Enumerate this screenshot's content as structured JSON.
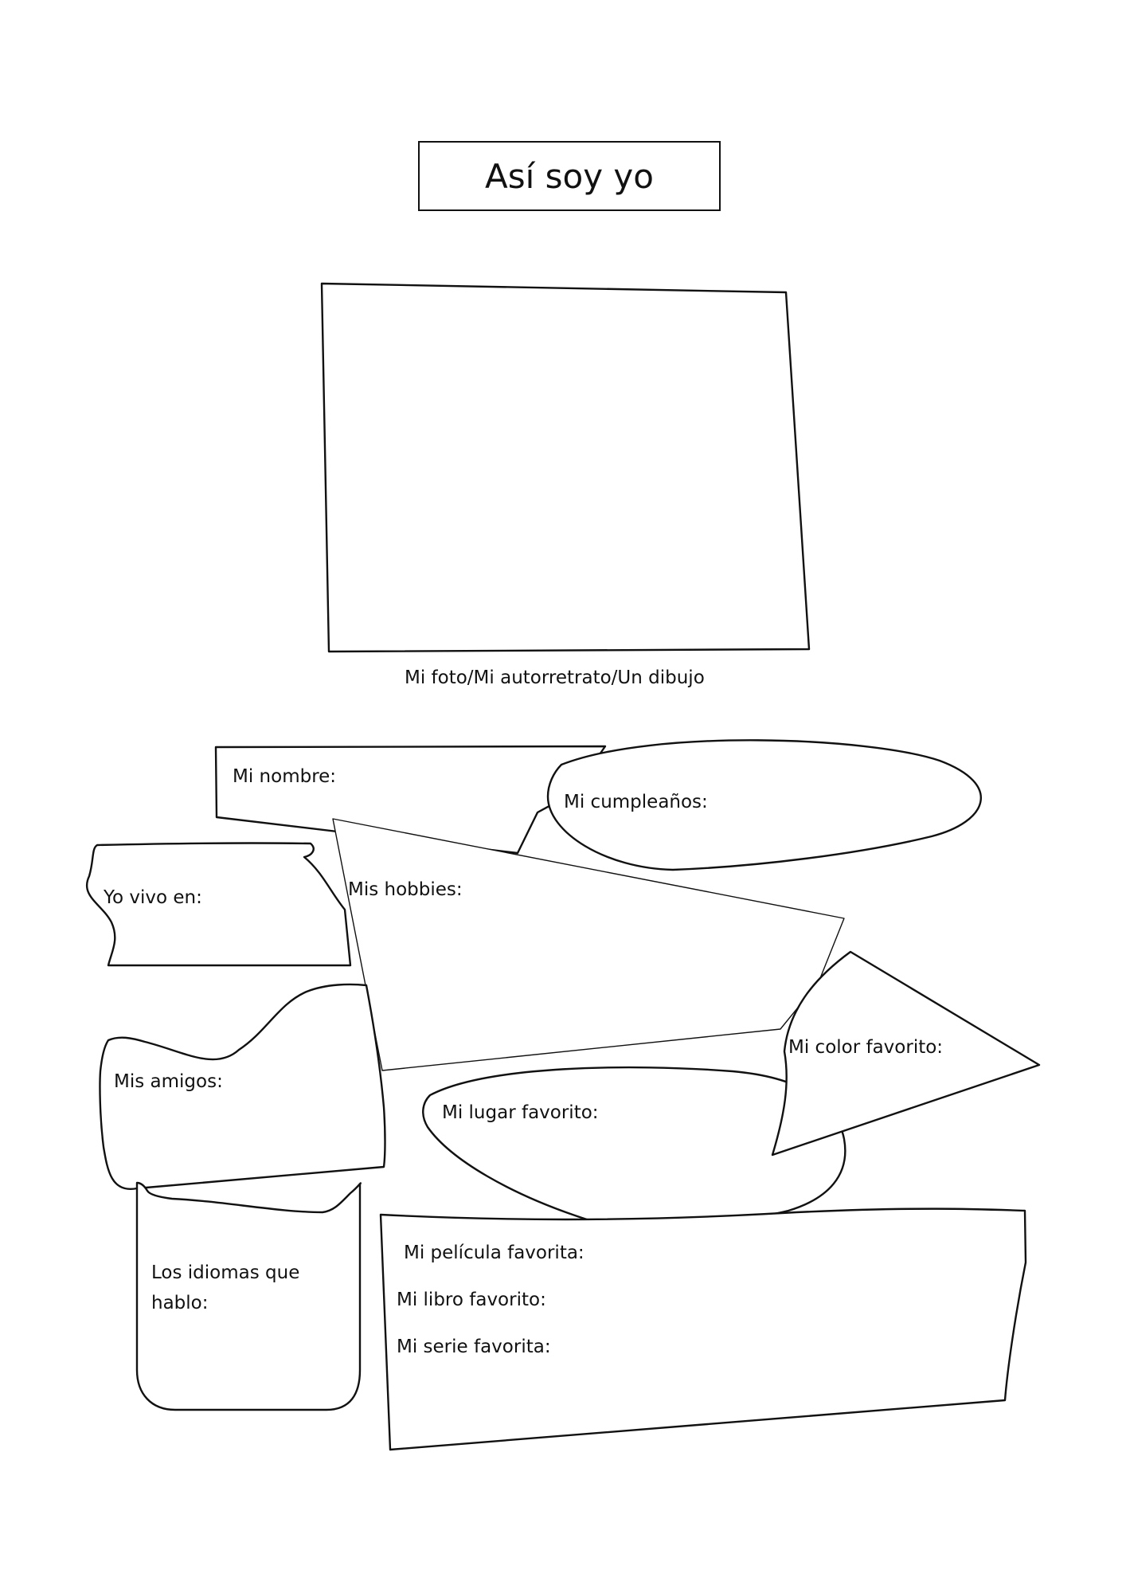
{
  "page": {
    "title": "Así soy yo",
    "photo_caption": "Mi foto/Mi autorretrato/Un dibujo"
  },
  "fields": {
    "nombre": "Mi nombre:",
    "cumpleanos": "Mi cumpleaños:",
    "vivo": "Yo vivo en:",
    "hobbies": "Mis hobbies:",
    "amigos": "Mis amigos:",
    "color": "Mi color favorito:",
    "lugar": "Mi lugar favorito:",
    "idiomas_1": "Los idiomas que",
    "idiomas_2": "hablo:",
    "pelicula": "Mi película favorita:",
    "libro": "Mi libro favorito:",
    "serie": "Mi serie favorita:"
  }
}
